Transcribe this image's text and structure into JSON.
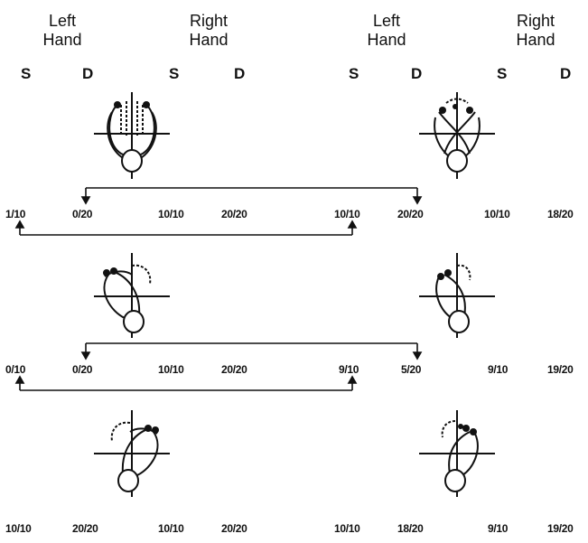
{
  "headers": {
    "left_hand": [
      "Left",
      "Hand"
    ],
    "right_hand": [
      "Right",
      "Hand"
    ],
    "s": "S",
    "d": "D"
  },
  "rows": [
    [
      "1/10",
      "0/20",
      "10/10",
      "20/20",
      "10/10",
      "20/20",
      "10/10",
      "18/20"
    ],
    [
      "0/10",
      "0/20",
      "10/10",
      "20/20",
      "9/10",
      "5/20",
      "9/10",
      "19/20"
    ],
    [
      "10/10",
      "20/20",
      "10/10",
      "20/20",
      "10/10",
      "18/20",
      "9/10",
      "19/20"
    ]
  ]
}
